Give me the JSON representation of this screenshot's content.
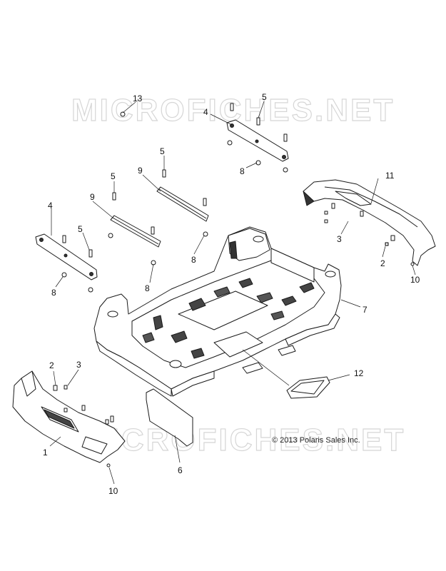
{
  "watermark": {
    "text": "MICROFICHES.NET"
  },
  "copyright": {
    "text": "© 2013 Polaris Sales Inc."
  },
  "callouts": {
    "c1": "1",
    "c2a": "2",
    "c2b": "2",
    "c3a": "3",
    "c3b": "3",
    "c4a": "4",
    "c4b": "4",
    "c5a": "5",
    "c5b": "5",
    "c5c": "5",
    "c5d": "5",
    "c6": "6",
    "c7": "7",
    "c8a": "8",
    "c8b": "8",
    "c8c": "8",
    "c8d": "8",
    "c9a": "9",
    "c9b": "9",
    "c10a": "10",
    "c10b": "10",
    "c11": "11",
    "c12": "12",
    "c13": "13"
  },
  "colors": {
    "line": "#1a1a1a",
    "fill": "#ffffff",
    "watermark": "#d2d2d2"
  }
}
